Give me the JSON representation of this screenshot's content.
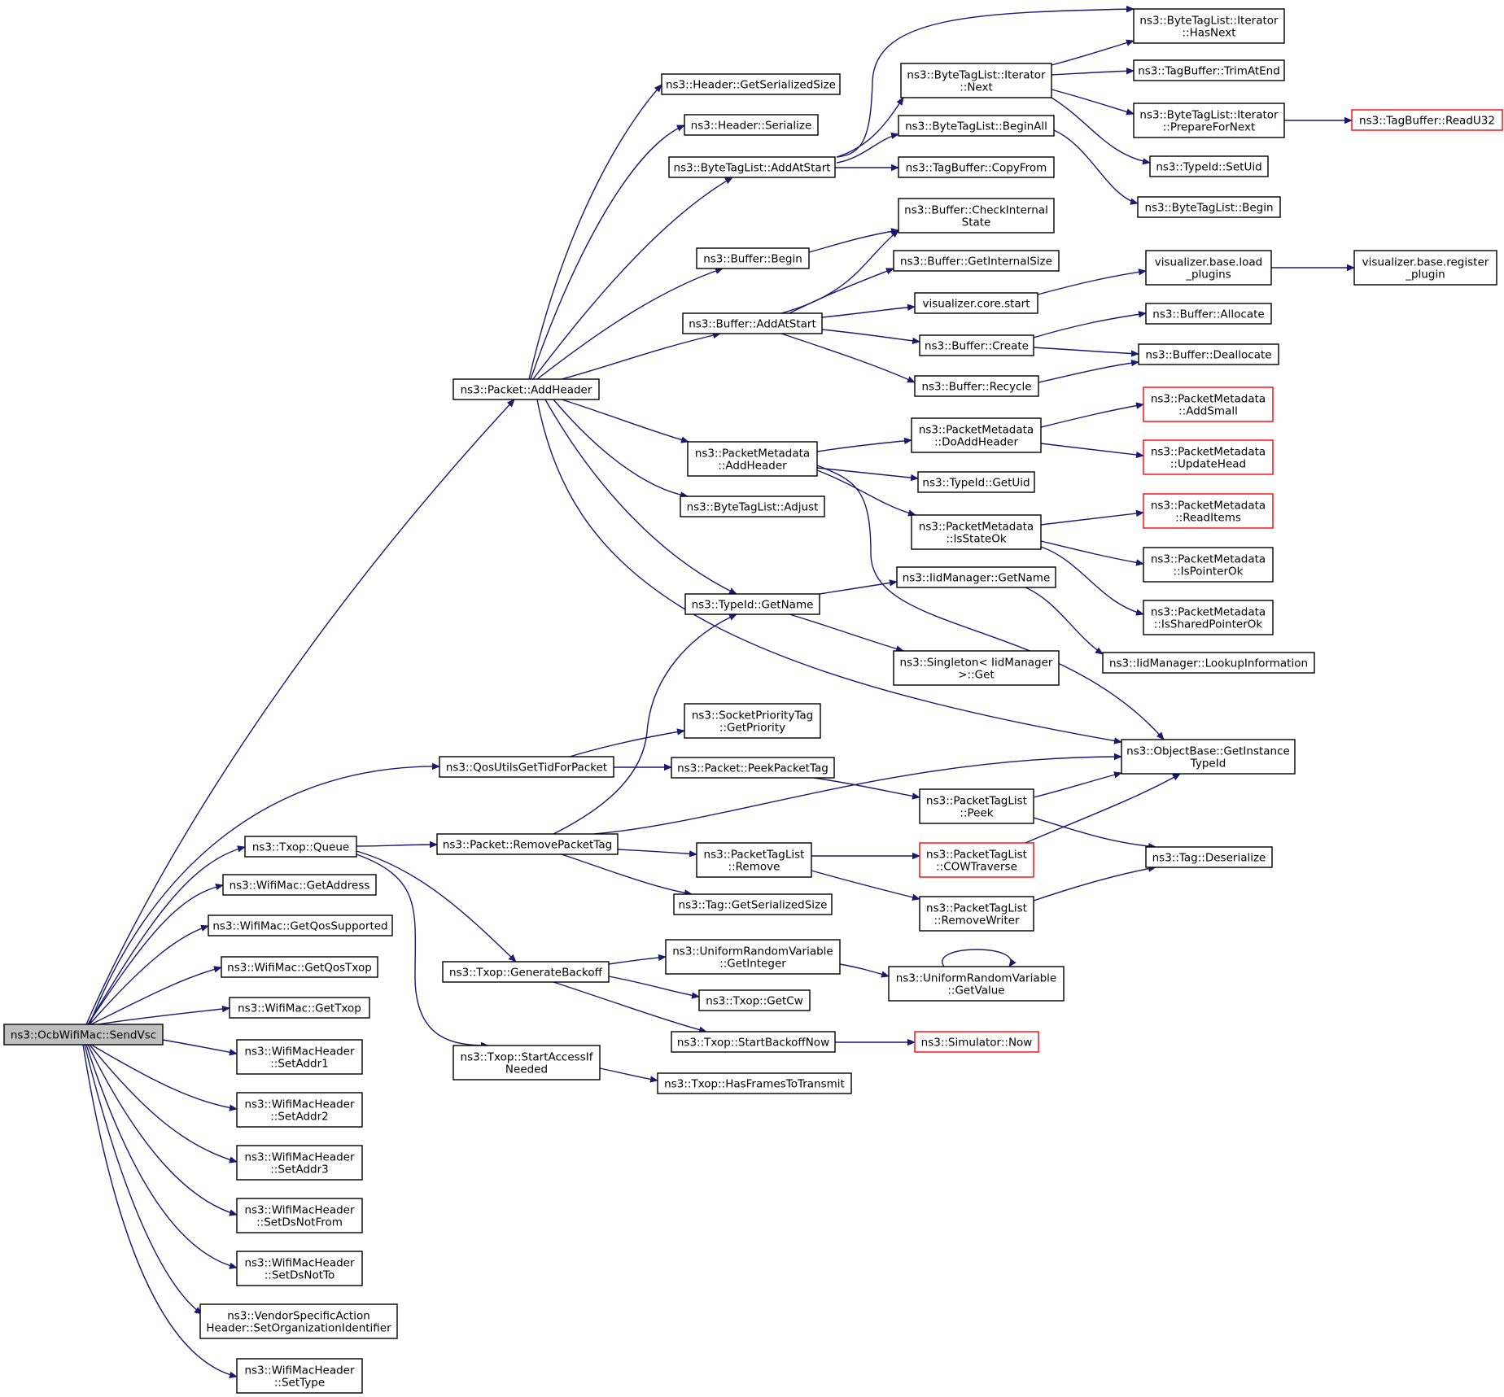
{
  "colors": {
    "edge": "#191970",
    "node_border": "#000000",
    "node_border_truncated": "#ff0000",
    "root_fill": "#bfbfbf",
    "node_fill": "#ffffff"
  },
  "nodes": {
    "sendvsc": {
      "lines": [
        "ns3::OcbWifiMac::SendVsc"
      ],
      "root": true
    },
    "addheader_pkt": {
      "lines": [
        "ns3::Packet::AddHeader"
      ]
    },
    "qosutils": {
      "lines": [
        "ns3::QosUtilsGetTidForPacket"
      ]
    },
    "txop_queue": {
      "lines": [
        "ns3::Txop::Queue"
      ]
    },
    "getaddress": {
      "lines": [
        "ns3::WifiMac::GetAddress"
      ]
    },
    "getqossupported": {
      "lines": [
        "ns3::WifiMac::GetQosSupported"
      ]
    },
    "getqostxop": {
      "lines": [
        "ns3::WifiMac::GetQosTxop"
      ]
    },
    "gettxop": {
      "lines": [
        "ns3::WifiMac::GetTxop"
      ]
    },
    "setaddr1": {
      "lines": [
        "ns3::WifiMacHeader",
        "::SetAddr1"
      ]
    },
    "setaddr2": {
      "lines": [
        "ns3::WifiMacHeader",
        "::SetAddr2"
      ]
    },
    "setaddr3": {
      "lines": [
        "ns3::WifiMacHeader",
        "::SetAddr3"
      ]
    },
    "setdsnotfrom": {
      "lines": [
        "ns3::WifiMacHeader",
        "::SetDsNotFrom"
      ]
    },
    "setdsnotto": {
      "lines": [
        "ns3::WifiMacHeader",
        "::SetDsNotTo"
      ]
    },
    "setorgid": {
      "lines": [
        "ns3::VendorSpecificAction",
        "Header::SetOrganizationIdentifier"
      ]
    },
    "settype": {
      "lines": [
        "ns3::WifiMacHeader",
        "::SetType"
      ]
    },
    "hdr_getsersize": {
      "lines": [
        "ns3::Header::GetSerializedSize"
      ]
    },
    "hdr_serialize": {
      "lines": [
        "ns3::Header::Serialize"
      ]
    },
    "btl_addatstart": {
      "lines": [
        "ns3::ByteTagList::AddAtStart"
      ]
    },
    "buf_begin": {
      "lines": [
        "ns3::Buffer::Begin"
      ]
    },
    "buf_addatstart": {
      "lines": [
        "ns3::Buffer::AddAtStart"
      ]
    },
    "pm_addheader": {
      "lines": [
        "ns3::PacketMetadata",
        "::AddHeader"
      ]
    },
    "btl_adjust": {
      "lines": [
        "ns3::ByteTagList::Adjust"
      ]
    },
    "typeid_getname": {
      "lines": [
        "ns3::TypeId::GetName"
      ]
    },
    "spt_getpriority": {
      "lines": [
        "ns3::SocketPriorityTag",
        "::GetPriority"
      ]
    },
    "pkt_peekpackettag": {
      "lines": [
        "ns3::Packet::PeekPacketTag"
      ]
    },
    "pkt_removepackettag": {
      "lines": [
        "ns3::Packet::RemovePacketTag"
      ]
    },
    "txop_genbackoff": {
      "lines": [
        "ns3::Txop::GenerateBackoff"
      ]
    },
    "txop_startaccess": {
      "lines": [
        "ns3::Txop::StartAccessIf",
        "Needed"
      ]
    },
    "btli_next": {
      "lines": [
        "ns3::ByteTagList::Iterator",
        "::Next"
      ]
    },
    "btl_beginall": {
      "lines": [
        "ns3::ByteTagList::BeginAll"
      ]
    },
    "tb_copyfrom": {
      "lines": [
        "ns3::TagBuffer::CopyFrom"
      ]
    },
    "buf_checkinternal": {
      "lines": [
        "ns3::Buffer::CheckInternal",
        "State"
      ]
    },
    "buf_getinternalsize": {
      "lines": [
        "ns3::Buffer::GetInternalSize"
      ]
    },
    "vis_core_start": {
      "lines": [
        "visualizer.core.start"
      ]
    },
    "buf_create": {
      "lines": [
        "ns3::Buffer::Create"
      ]
    },
    "buf_recycle": {
      "lines": [
        "ns3::Buffer::Recycle"
      ]
    },
    "pm_doaddheader": {
      "lines": [
        "ns3::PacketMetadata",
        "::DoAddHeader"
      ]
    },
    "typeid_getuid": {
      "lines": [
        "ns3::TypeId::GetUid"
      ]
    },
    "pm_isstateok": {
      "lines": [
        "ns3::PacketMetadata",
        "::IsStateOk"
      ]
    },
    "iid_getname": {
      "lines": [
        "ns3::IidManager::GetName"
      ]
    },
    "singleton_get": {
      "lines": [
        "ns3::Singleton< IidManager",
        ">::Get"
      ]
    },
    "ob_getinstancetypeid": {
      "lines": [
        "ns3::ObjectBase::GetInstance",
        "TypeId"
      ]
    },
    "ptl_peek": {
      "lines": [
        "ns3::PacketTagList",
        "::Peek"
      ]
    },
    "ptl_remove": {
      "lines": [
        "ns3::PacketTagList",
        "::Remove"
      ]
    },
    "tag_getsersize": {
      "lines": [
        "ns3::Tag::GetSerializedSize"
      ]
    },
    "ptl_cowtraverse": {
      "lines": [
        "ns3::PacketTagList",
        "::COWTraverse"
      ],
      "truncated": true
    },
    "ptl_removewriter": {
      "lines": [
        "ns3::PacketTagList",
        "::RemoveWriter"
      ]
    },
    "tag_deserialize": {
      "lines": [
        "ns3::Tag::Deserialize"
      ]
    },
    "urv_getinteger": {
      "lines": [
        "ns3::UniformRandomVariable",
        "::GetInteger"
      ]
    },
    "urv_getvalue": {
      "lines": [
        "ns3::UniformRandomVariable",
        "::GetValue"
      ]
    },
    "txop_getcw": {
      "lines": [
        "ns3::Txop::GetCw"
      ]
    },
    "txop_startbackoffnow": {
      "lines": [
        "ns3::Txop::StartBackoffNow"
      ]
    },
    "sim_now": {
      "lines": [
        "ns3::Simulator::Now"
      ],
      "truncated": true
    },
    "txop_hasframes": {
      "lines": [
        "ns3::Txop::HasFramesToTransmit"
      ]
    },
    "btli_hasnext": {
      "lines": [
        "ns3::ByteTagList::Iterator",
        "::HasNext"
      ]
    },
    "tb_trimatend": {
      "lines": [
        "ns3::TagBuffer::TrimAtEnd"
      ]
    },
    "btli_prepfornext": {
      "lines": [
        "ns3::ByteTagList::Iterator",
        "::PrepareForNext"
      ]
    },
    "typeid_setuid": {
      "lines": [
        "ns3::TypeId::SetUid"
      ]
    },
    "btl_begin": {
      "lines": [
        "ns3::ByteTagList::Begin"
      ]
    },
    "tb_readu32": {
      "lines": [
        "ns3::TagBuffer::ReadU32"
      ],
      "truncated": true
    },
    "vis_loadplugins": {
      "lines": [
        "visualizer.base.load",
        "_plugins"
      ]
    },
    "vis_registerplugin": {
      "lines": [
        "visualizer.base.register",
        "_plugin"
      ]
    },
    "buf_allocate": {
      "lines": [
        "ns3::Buffer::Allocate"
      ]
    },
    "buf_deallocate": {
      "lines": [
        "ns3::Buffer::Deallocate"
      ]
    },
    "pm_addsmall": {
      "lines": [
        "ns3::PacketMetadata",
        "::AddSmall"
      ],
      "truncated": true
    },
    "pm_updatehead": {
      "lines": [
        "ns3::PacketMetadata",
        "::UpdateHead"
      ],
      "truncated": true
    },
    "pm_readitems": {
      "lines": [
        "ns3::PacketMetadata",
        "::ReadItems"
      ],
      "truncated": true
    },
    "pm_ispointerok": {
      "lines": [
        "ns3::PacketMetadata",
        "::IsPointerOk"
      ]
    },
    "pm_issharedpointerok": {
      "lines": [
        "ns3::PacketMetadata",
        "::IsSharedPointerOk"
      ]
    },
    "iid_lookupinfo": {
      "lines": [
        "ns3::IidManager::LookupInformation"
      ]
    }
  }
}
